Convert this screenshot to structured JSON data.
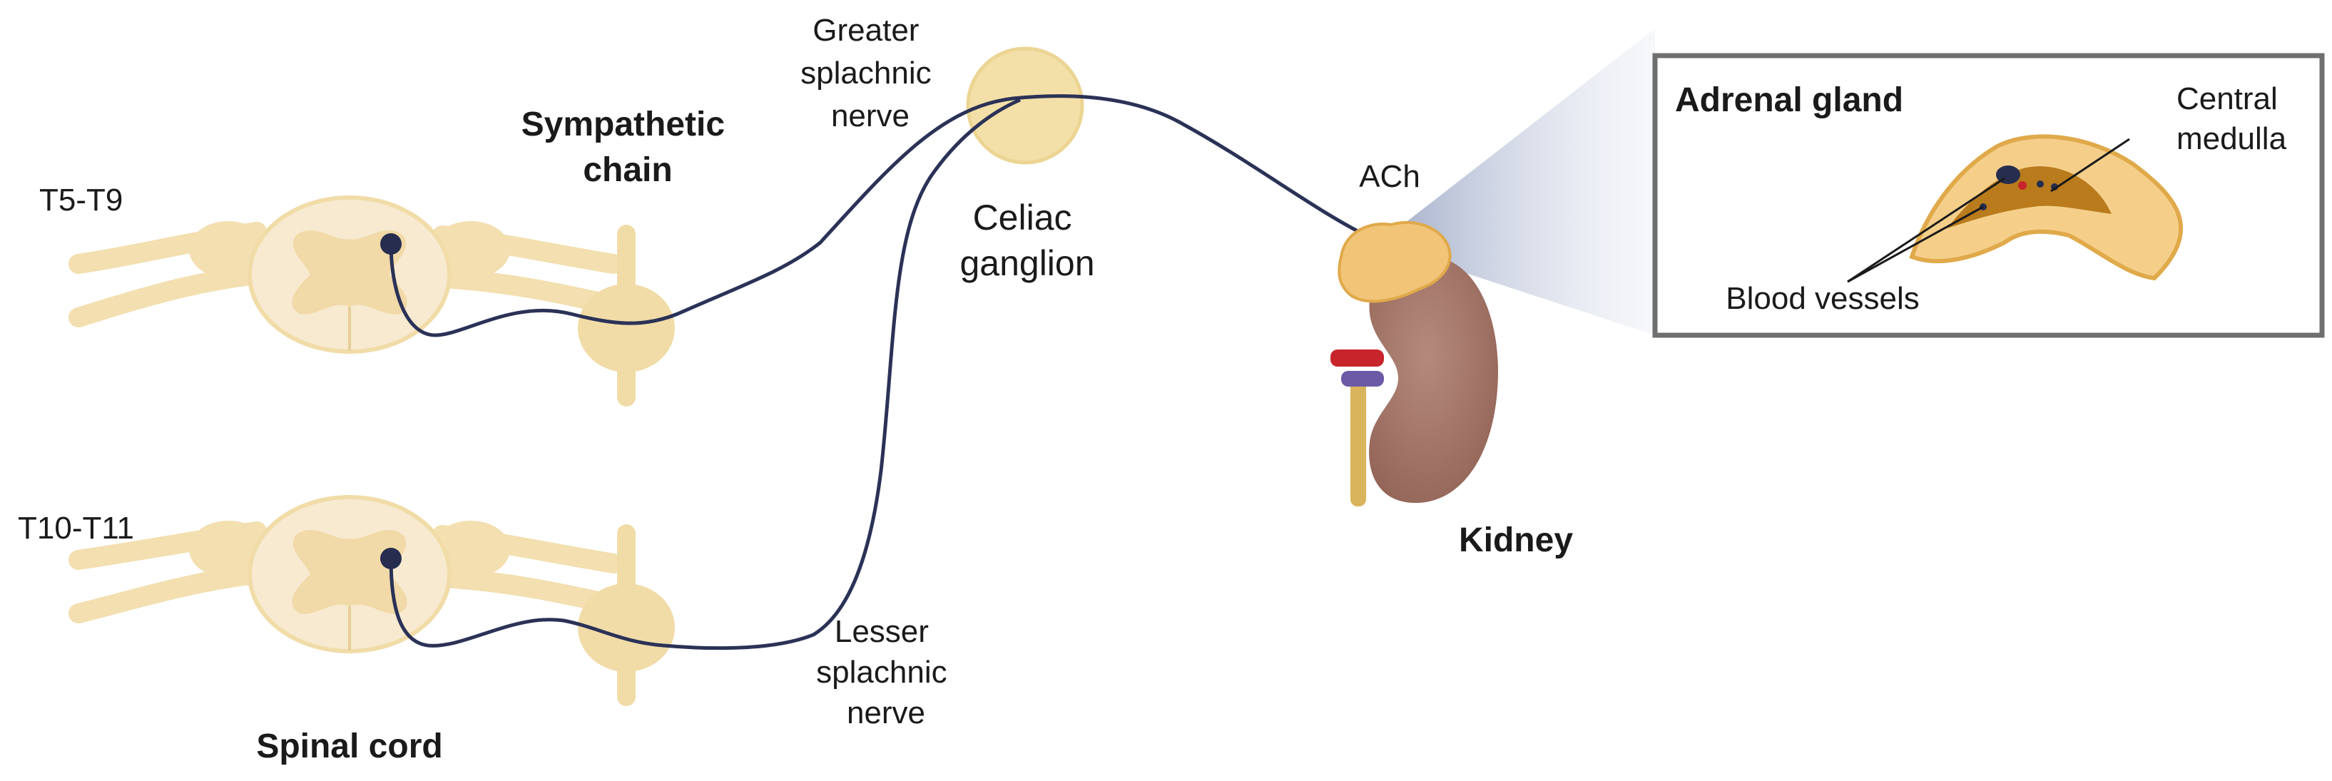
{
  "labels": {
    "t5_t9": "T5-T9",
    "t10_t11": "T10-T11",
    "sympathetic_chain": [
      "Sympathetic",
      "chain"
    ],
    "spinal_cord": "Spinal cord",
    "greater_splachnic_nerve": [
      "Greater",
      "splachnic",
      "nerve"
    ],
    "lesser_splachnic_nerve": [
      "Lesser",
      "splachnic",
      "nerve"
    ],
    "celiac_ganglion": [
      "Celiac",
      "ganglion"
    ],
    "ach": "ACh",
    "kidney": "Kidney",
    "adrenal_gland": "Adrenal gland",
    "central_medulla": [
      "Central",
      "medulla"
    ],
    "blood_vessels": "Blood vessels"
  },
  "colors": {
    "tissue_light": "#f6e7c2",
    "tissue_mid": "#f1dca8",
    "ganglion": "#f2e0a8",
    "nerve_line": "#2b3257",
    "neuron_dot": "#262d4f",
    "kidney": "#a7786a",
    "adrenal": "#f1c477",
    "medulla": "#b97b1c",
    "artery": "#c8242b",
    "vein": "#6b5aa6",
    "inset_border": "#6f6f6f"
  }
}
